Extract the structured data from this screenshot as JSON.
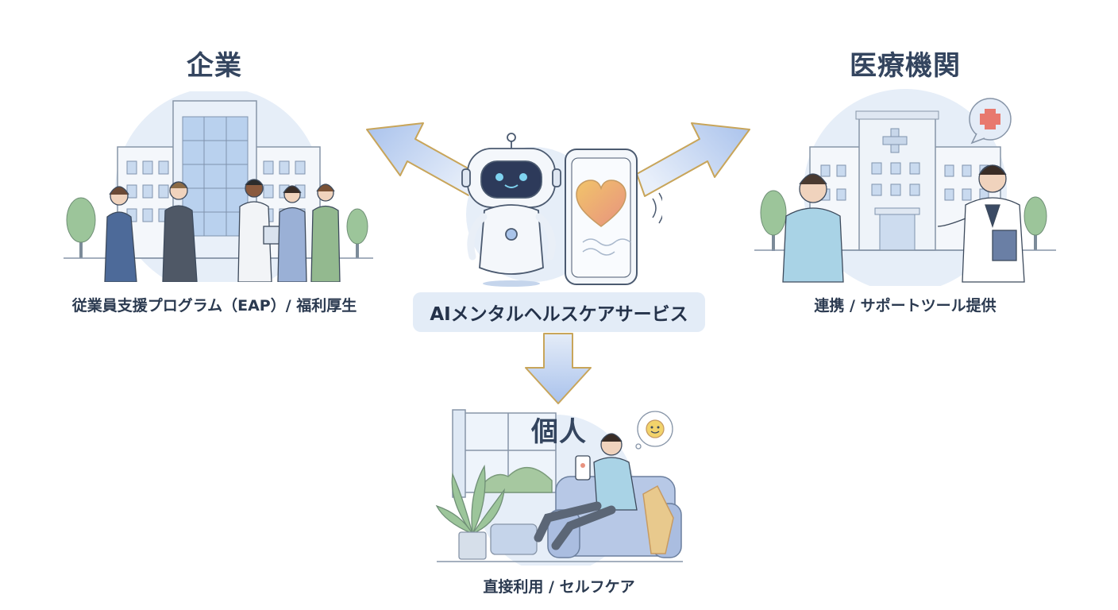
{
  "center": {
    "label": "AIメンタルヘルスケアサービス",
    "icons": [
      "robot-icon",
      "smartphone-icon",
      "heart-icon"
    ]
  },
  "nodes": {
    "company": {
      "title": "企業",
      "caption": "従業員支援プログラム（EAP）/ 福利厚生",
      "icon": "office-building-icon"
    },
    "medical": {
      "title": "医療機関",
      "caption": "連携 / サポートツール提供",
      "icon": "hospital-icon"
    },
    "individual": {
      "title": "個人",
      "caption": "直接利用 / セルフケア",
      "icon": "person-relaxing-icon"
    }
  },
  "colors": {
    "arrow_fill": "#b9cdef",
    "arrow_outline": "#c8a55a",
    "title": "#34455f",
    "label_bg": "#e3ecf7",
    "bubble": "#e6eef8"
  }
}
